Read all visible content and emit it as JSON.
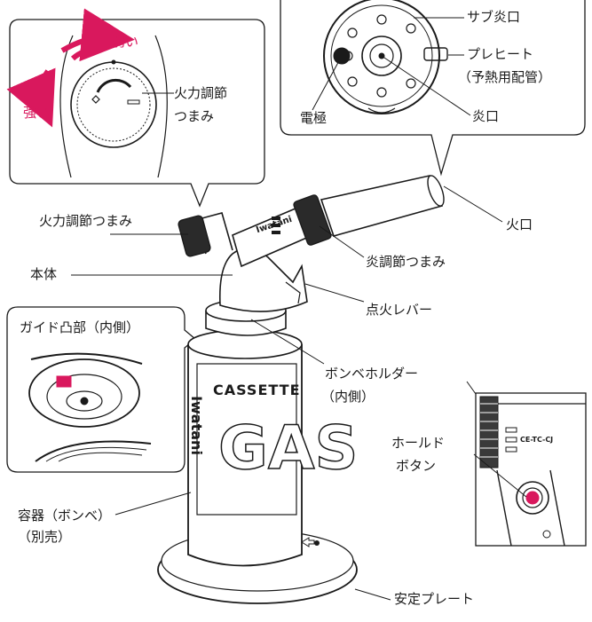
{
  "callout_knob": {
    "weak": "弱い",
    "strong": "強い",
    "label_line1": "火力調節",
    "label_line2": "つまみ"
  },
  "callout_burner": {
    "sub_flame_port": "サブ炎口",
    "preheat_line1": "プレヒート",
    "preheat_line2": "（予熱用配管）",
    "electrode": "電極",
    "flame_port": "炎口"
  },
  "callout_guide": {
    "title": "ガイド凸部（内側）"
  },
  "callout_hold": {
    "line1": "ホールド",
    "line2": "ボタン",
    "small_text": "CE-TC-CJ"
  },
  "labels": {
    "heat_knob": "火力調節つまみ",
    "nozzle": "火口",
    "body": "本体",
    "flame_knob": "炎調節つまみ",
    "ignition_lever": "点火レバー",
    "holder_line1": "ボンベホルダー",
    "holder_line2": "（内側）",
    "canister_line1": "容器（ボンベ）",
    "canister_line2": "（別売）",
    "plate": "安定プレート"
  },
  "product": {
    "brand": "Iwatani",
    "can_top": "CASSETTE",
    "can_big": "GAS",
    "can_side": "Iwatani"
  },
  "colors": {
    "accent": "#d9185d",
    "line": "#1a1a1a"
  }
}
